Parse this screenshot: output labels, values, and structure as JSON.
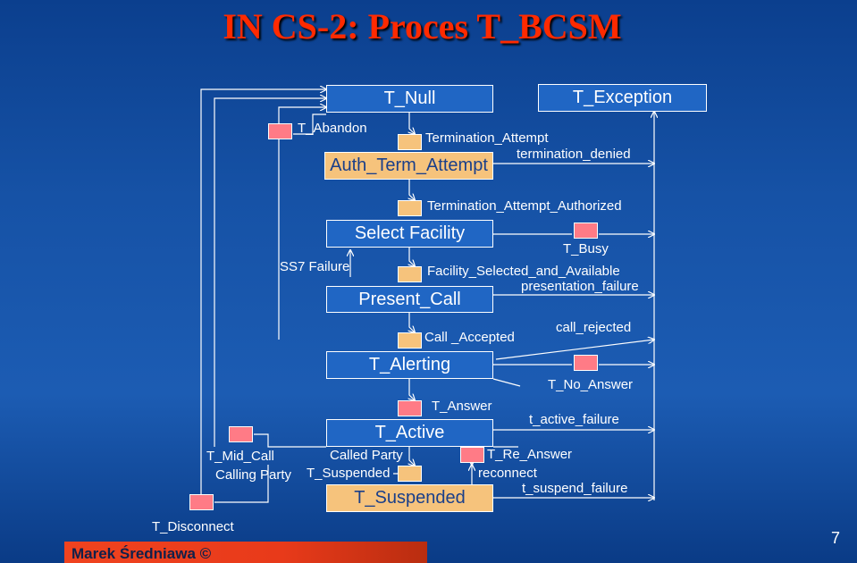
{
  "title": "IN CS-2: Proces T_BCSM",
  "states": {
    "t_null": "T_Null",
    "t_exception": "T_Exception",
    "auth_term_attempt": "Auth_Term_Attempt",
    "select_facility": "Select Facility",
    "present_call": "Present_Call",
    "t_alerting": "T_Alerting",
    "t_active": "T_Active",
    "t_suspended": "T_Suspended"
  },
  "labels": {
    "t_abandon": "T_Abandon",
    "termination_attempt": "Termination_Attempt",
    "termination_denied": "termination_denied",
    "termination_attempt_authorized": "Termination_Attempt_Authorized",
    "t_busy": "T_Busy",
    "ss7_failure": "SS7 Failure",
    "facility_selected": "Facility_Selected_and_Available",
    "presentation_failure": "presentation_failure",
    "call_accepted": "Call _Accepted",
    "call_rejected": "call_rejected",
    "t_no_answer": "T_No_Answer",
    "t_answer": "T_Answer",
    "t_active_failure": "t_active_failure",
    "t_mid_call": "T_Mid_Call",
    "calling_party": "Calling Party",
    "called_party": "Called Party",
    "t_suspended_dp": "T_Suspended",
    "t_re_answer": "T_Re_Answer",
    "reconnect": "reconnect",
    "t_suspend_failure": "t_suspend_failure",
    "t_disconnect": "T_Disconnect"
  },
  "footer": {
    "author": "Marek Średniawa ©",
    "page_number": "7"
  },
  "colors": {
    "background": "#1652a6",
    "title": "#ff2a00",
    "state_blue": "#2066c4",
    "state_orange": "#f6c37c",
    "dp_orange": "#f6c37c",
    "dp_pink": "#ff7b86",
    "footer_bar": "#e83a1a"
  }
}
